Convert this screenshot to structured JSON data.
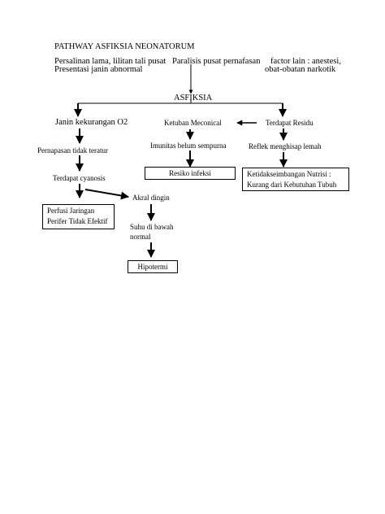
{
  "title": "PATHWAY ASFIKSIA NEONATORUM",
  "causes": {
    "left_line1": "Persalinan lama, lilitan tali pusat",
    "left_line2": "Presentasi janin abnormal",
    "middle": "Paralisis pusat pernafasan",
    "right_line1": "factor lain : anestesi,",
    "right_line2": "obat-obatan narkotik"
  },
  "center": "ASFIKSIA",
  "nodes": {
    "janin_kekurangan_o2": "Janin kekurangan O2",
    "ketuban_meconical": "Ketuban Meconical",
    "terdapat_residu": "Terdapat Residu",
    "pernapasan_tidak_teratur": "Pernapasan tidak teratur",
    "imunitas_belum_sempurna": "Imunitas belum sempurna",
    "reflek_menghisap_lemah": "Reflek menghisap lemah",
    "terdapat_cyanosis": "Terdapat cyanosis",
    "akral_dingin": "Akral dingin",
    "suhu_line1": "Suhu di bawah",
    "suhu_line2": "normal"
  },
  "boxes": {
    "resiko_infeksi": "Resiko infeksi",
    "nutrisi_line1": "Ketidakseimbangan Nutrisi :",
    "nutrisi_line2": "Kurang dari Kebutuhan Tubuh",
    "perfusi_line1": "Perfusi Jaringan",
    "perfusi_line2": "Perifer Tidak Efektif",
    "hipotermi": "Hipotermi"
  }
}
